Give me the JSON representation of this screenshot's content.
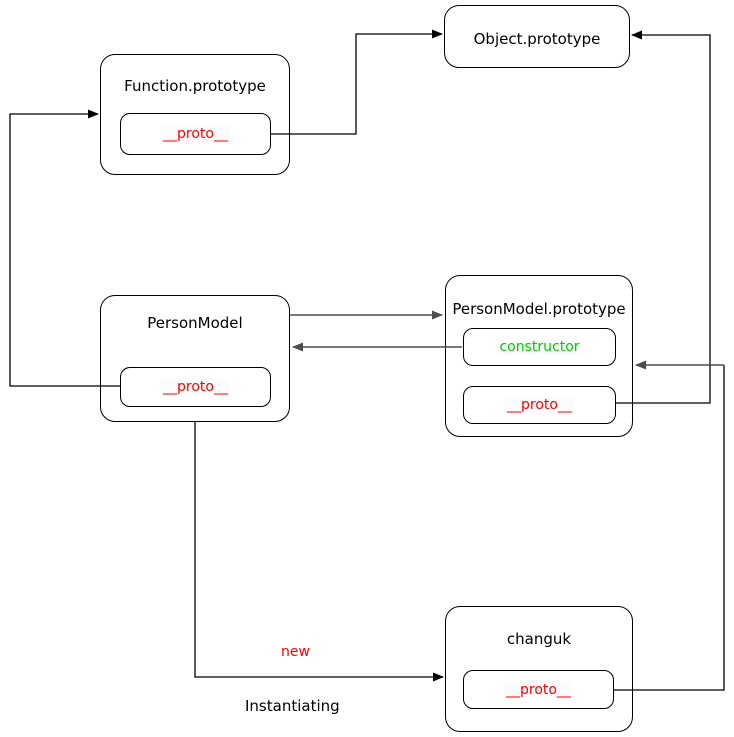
{
  "diagram": {
    "nodes": {
      "object_prototype": {
        "label": "Object.prototype"
      },
      "function_prototype": {
        "label": "Function.prototype",
        "slots": {
          "proto": "__proto__"
        }
      },
      "person_model": {
        "label": "PersonModel",
        "slots": {
          "proto": "__proto__"
        }
      },
      "person_model_prototype": {
        "label": "PersonModel.prototype",
        "slots": {
          "constructor": "constructor",
          "proto": "__proto__"
        }
      },
      "changuk": {
        "label": "changuk",
        "slots": {
          "proto": "__proto__"
        }
      }
    },
    "annotations": {
      "new": "new",
      "instantiating": "Instantiating"
    },
    "edges": [
      {
        "from": "Function.prototype.__proto__",
        "to": "Object.prototype"
      },
      {
        "from": "PersonModel.__proto__",
        "to": "Function.prototype"
      },
      {
        "from": "PersonModel",
        "to": "PersonModel.prototype"
      },
      {
        "from": "PersonModel.prototype.constructor",
        "to": "PersonModel"
      },
      {
        "from": "PersonModel.prototype.__proto__",
        "to": "Object.prototype"
      },
      {
        "from": "changuk.__proto__",
        "to": "PersonModel.prototype"
      },
      {
        "from": "PersonModel",
        "to": "changuk",
        "label": "new / Instantiating"
      }
    ],
    "colors": {
      "red": "#ff0000",
      "green": "#00cc00",
      "line_black": "#000000",
      "line_gray": "#4d4d4d"
    }
  }
}
